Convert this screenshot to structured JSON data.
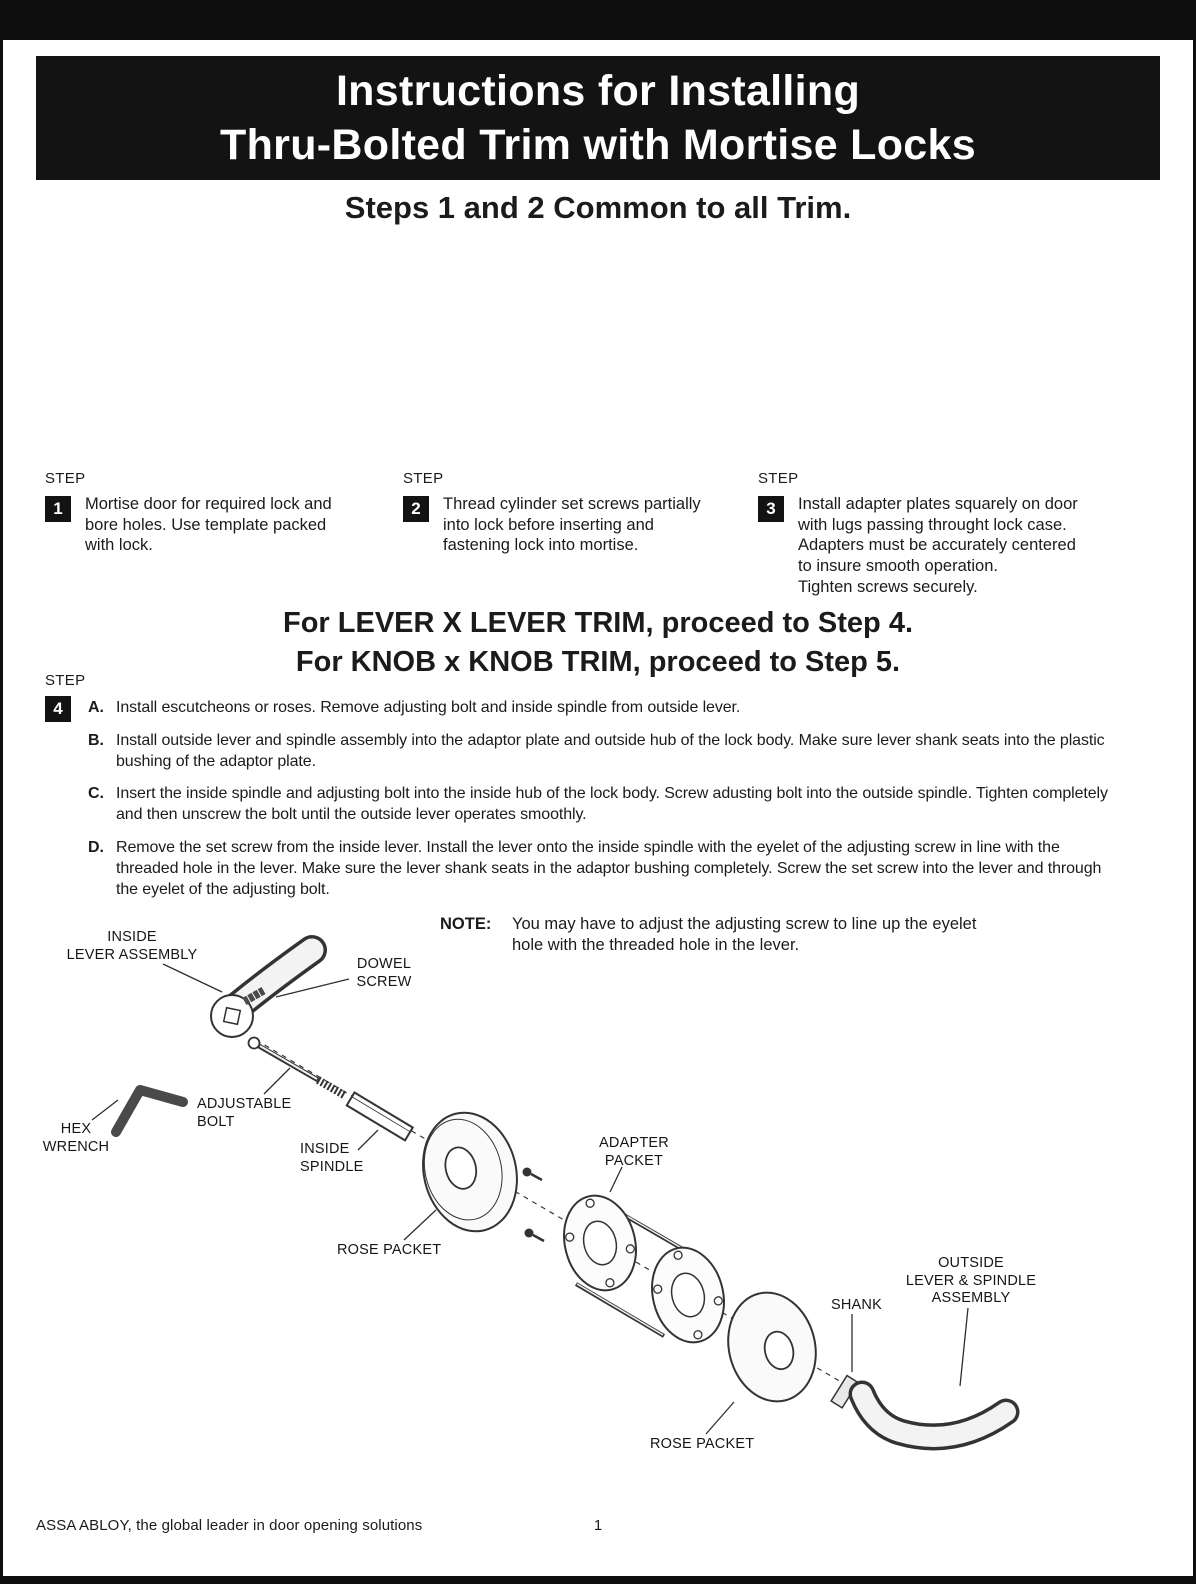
{
  "document": {
    "title_line1": "Instructions for Installing",
    "title_line2": "Thru-Bolted Trim with Mortise Locks",
    "subtitle": "Steps 1 and 2 Common to all Trim.",
    "footer_text": "ASSA ABLOY, the global leader in door opening solutions",
    "page_number": "1"
  },
  "common_steps": {
    "step_label": "STEP",
    "items": [
      {
        "number": "1",
        "text": "Mortise door for required lock and\nbore holes. Use template packed\nwith lock."
      },
      {
        "number": "2",
        "text": "Thread cylinder set screws partially\ninto lock before inserting and\nfastening lock into mortise."
      },
      {
        "number": "3",
        "text": "Install adapter plates squarely on door\nwith lugs passing throught lock case.\nAdapters must be accurately centered\nto insure smooth operation.\nTighten screws securely."
      }
    ]
  },
  "proceed": {
    "line1": "For LEVER X LEVER TRIM, proceed to Step 4.",
    "line2": "For KNOB x KNOB TRIM, proceed to Step 5."
  },
  "step4": {
    "step_label": "STEP",
    "number": "4",
    "items": [
      {
        "letter": "A.",
        "text": "Install escutcheons or roses. Remove adjusting bolt and inside spindle from outside lever."
      },
      {
        "letter": "B.",
        "text": "Install outside lever and spindle assembly into the adaptor plate and outside hub of the lock body. Make sure lever shank seats into the plastic bushing of the adaptor plate."
      },
      {
        "letter": "C.",
        "text": "Insert the inside spindle and adjusting bolt into the inside hub of the lock body. Screw adusting bolt into the outside spindle. Tighten completely and then unscrew the bolt until the outside lever operates smoothly."
      },
      {
        "letter": "D.",
        "text": "Remove the set screw from the inside lever. Install the lever onto the inside spindle with the eyelet of the adjusting screw in line with the threaded hole in the lever. Make sure the lever shank seats in the adaptor bushing completely. Screw the set screw into the lever and through the eyelet of the adjusting bolt."
      }
    ]
  },
  "note": {
    "label": "NOTE:",
    "text": "You may have to adjust the adjusting screw to line up the eyelet\nhole with the threaded hole in the lever."
  },
  "diagram": {
    "labels": {
      "inside_lever_assembly": "INSIDE\nLEVER ASSEMBLY",
      "dowel_screw": "DOWEL\nSCREW",
      "adjustable_bolt": "ADJUSTABLE\nBOLT",
      "hex_wrench": "HEX\nWRENCH",
      "inside_spindle": "INSIDE\nSPINDLE",
      "rose_packet_inside": "ROSE PACKET",
      "adapter_packet": "ADAPTER\nPACKET",
      "shank": "SHANK",
      "outside_lever_assembly": "OUTSIDE\nLEVER & SPINDLE\nASSEMBLY",
      "rose_packet_outside": "ROSE PACKET"
    }
  }
}
